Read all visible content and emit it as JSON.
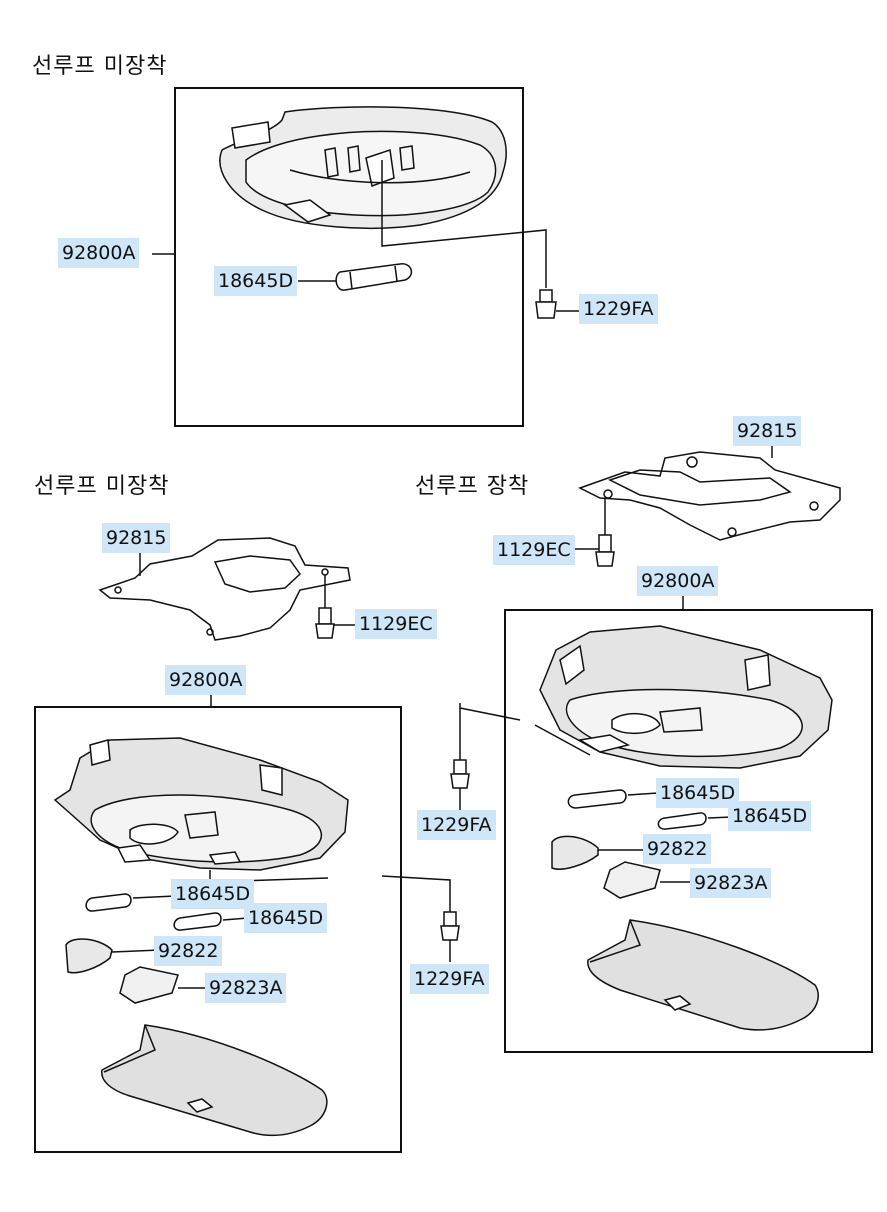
{
  "section_titles": {
    "top_left": "선루프 미장착",
    "mid_left": "선루프 미장착",
    "mid_right": "선루프 장착"
  },
  "part_labels": {
    "top_lamp_assembly": "92800A",
    "top_bulb": "18645D",
    "top_screw": "1229FA",
    "right_bracket": "92815",
    "right_bracket_screw": "1129EC",
    "right_lamp_assembly": "92800A",
    "left_bracket": "92815",
    "left_bracket_screw": "1129EC",
    "left_lamp_assembly": "92800A",
    "center_upper_screw": "1229FA",
    "center_lower_screw": "1229FA",
    "left_bulb_a": "18645D",
    "left_bulb_b": "18645D",
    "left_lens_92822": "92822",
    "left_lens_92823a": "92823A",
    "right_bulb_a": "18645D",
    "right_bulb_b": "18645D",
    "right_lens_92822": "92822",
    "right_lens_92823a": "92823A"
  },
  "colors": {
    "label_highlight": "#cfe6f8",
    "line": "#111111",
    "part_fill": "#e4e4e4"
  }
}
